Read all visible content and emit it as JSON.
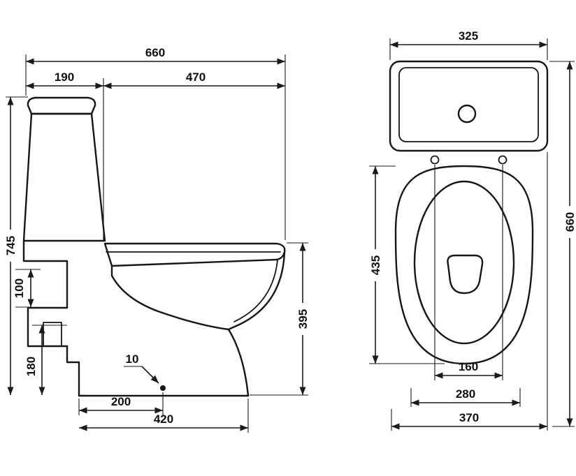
{
  "colors": {
    "ink": "#161616",
    "background": "#ffffff"
  },
  "side_view": {
    "dims": {
      "overall_width": "660",
      "tank_depth": "190",
      "bowl_projection": "470",
      "overall_height": "745",
      "inlet_height": "100",
      "outlet_height": "180",
      "outlet_offset": "10",
      "outlet_from_front": "200",
      "base_depth": "420",
      "rim_height": "395"
    }
  },
  "top_view": {
    "dims": {
      "tank_width": "325",
      "overall_depth": "660",
      "seat_length": "435",
      "hinge_spacing": "160",
      "fixing_centres": "280",
      "bowl_width": "370"
    }
  }
}
